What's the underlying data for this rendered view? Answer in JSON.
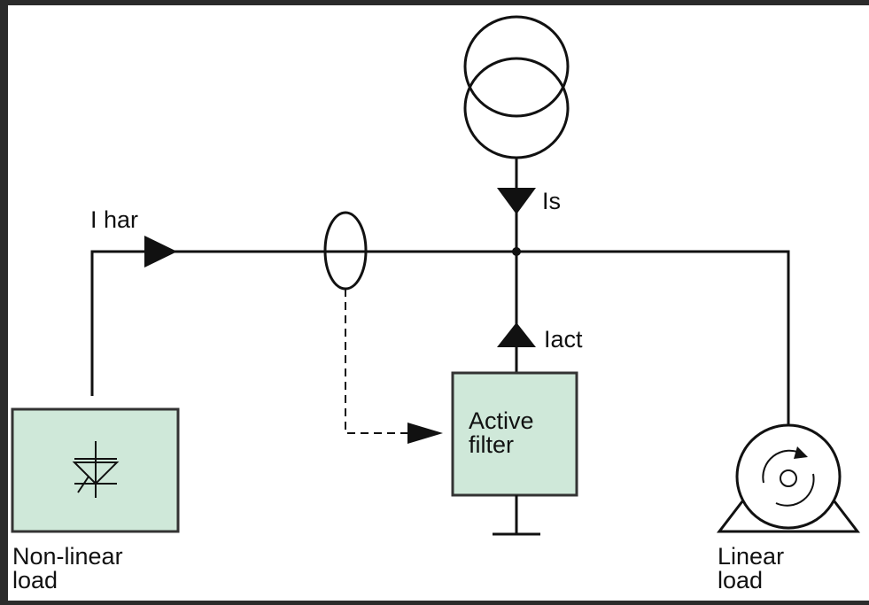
{
  "colors": {
    "frame": "#2b2b2b",
    "background": "#ffffff",
    "block_fill": "#cfe8d9",
    "line": "#111111"
  },
  "labels": {
    "i_har": "I har",
    "is": "Is",
    "iact": "Iact",
    "active_filter_line1": "Active",
    "active_filter_line2": "filter",
    "non_linear_load_line1": "Non-linear",
    "non_linear_load_line2": "load",
    "linear_load_line1": "Linear",
    "linear_load_line2": "load"
  },
  "icons": {
    "source": "transformer-icon",
    "current_sensor": "current-sensor-icon",
    "non_linear_load": "thyristor-icon",
    "linear_load": "motor-icon",
    "ground": "ground-icon"
  }
}
